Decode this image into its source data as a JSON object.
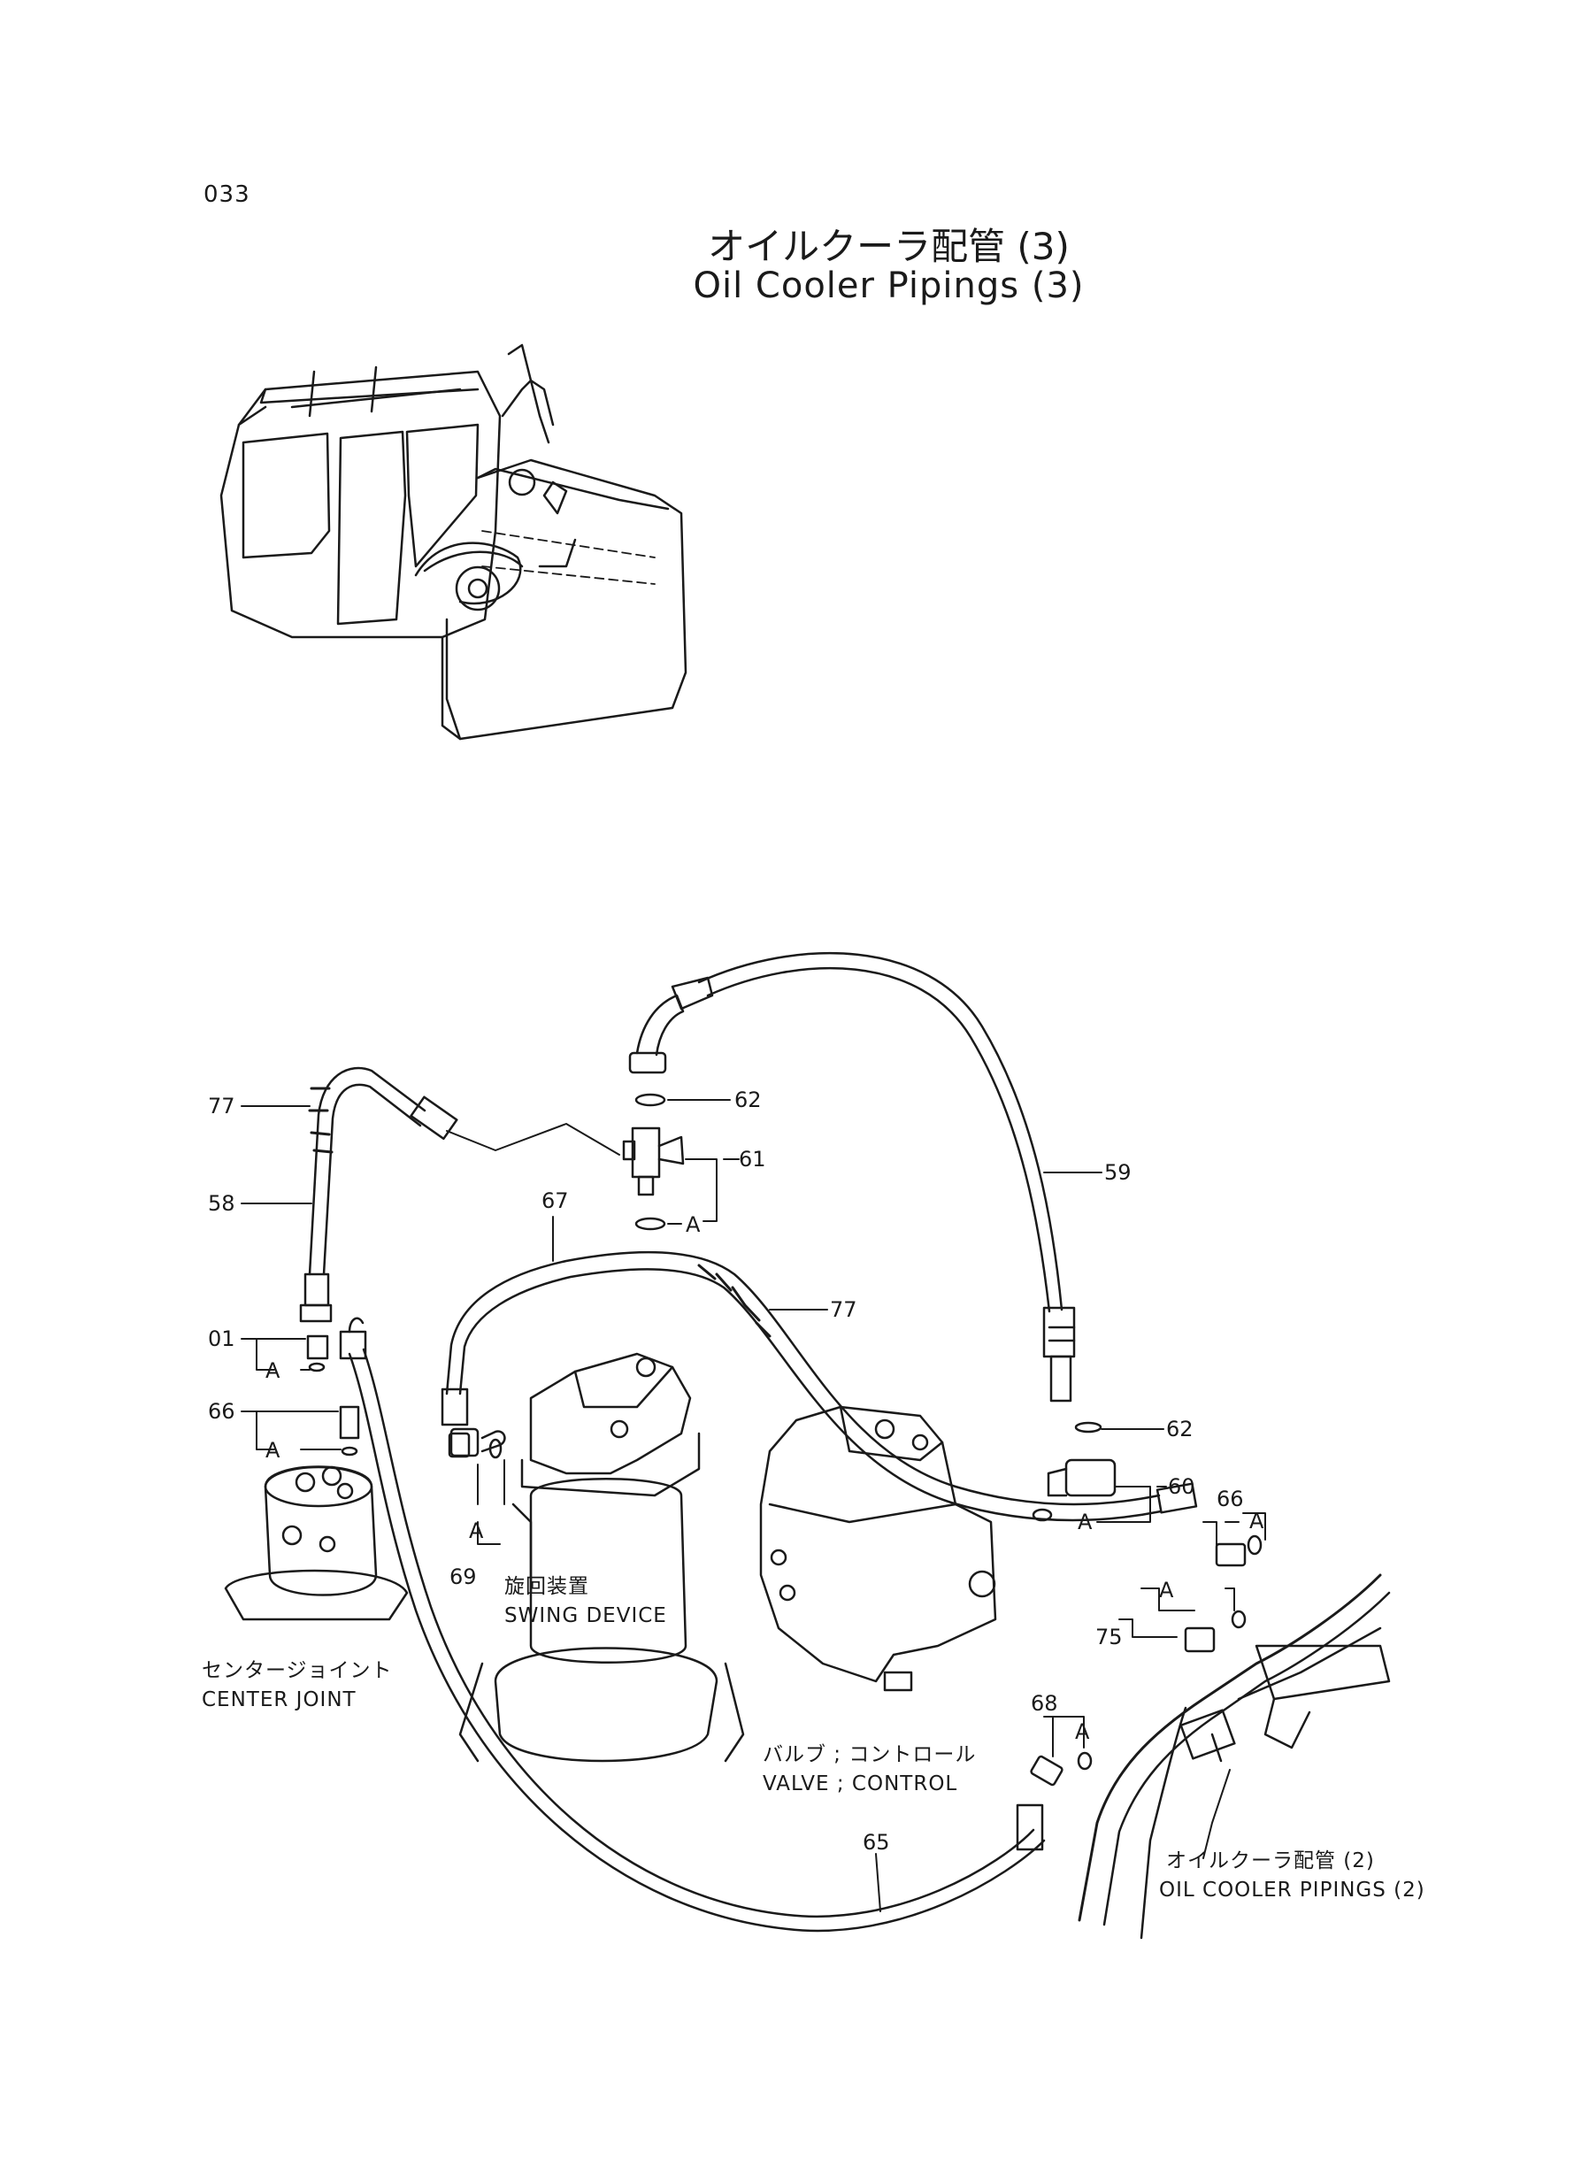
{
  "page_number": "033",
  "title_jp": "オイルクーラ配管 (3)",
  "title_en": "Oil Cooler Pipings (3)",
  "callouts": {
    "c77a": "77",
    "c58": "58",
    "c01": "01",
    "c66a": "66",
    "c62a": "62",
    "c61": "61",
    "c67": "67",
    "c77b": "77",
    "c59": "59",
    "c62b": "62",
    "c60": "60",
    "c66b": "66",
    "c69": "69",
    "c75": "75",
    "c68": "68",
    "c65": "65"
  },
  "seal_mark": "A",
  "captions": {
    "swing_jp": "旋回装置",
    "swing_en": "SWING DEVICE",
    "center_jp": "センタージョイント",
    "center_en": "CENTER JOINT",
    "valve_jp": "バルブ ; コントロール",
    "valve_en": "VALVE ; CONTROL",
    "pipings2_jp": "オイルクーラ配管 (2)",
    "pipings2_en": "OIL COOLER PIPINGS (2)"
  }
}
